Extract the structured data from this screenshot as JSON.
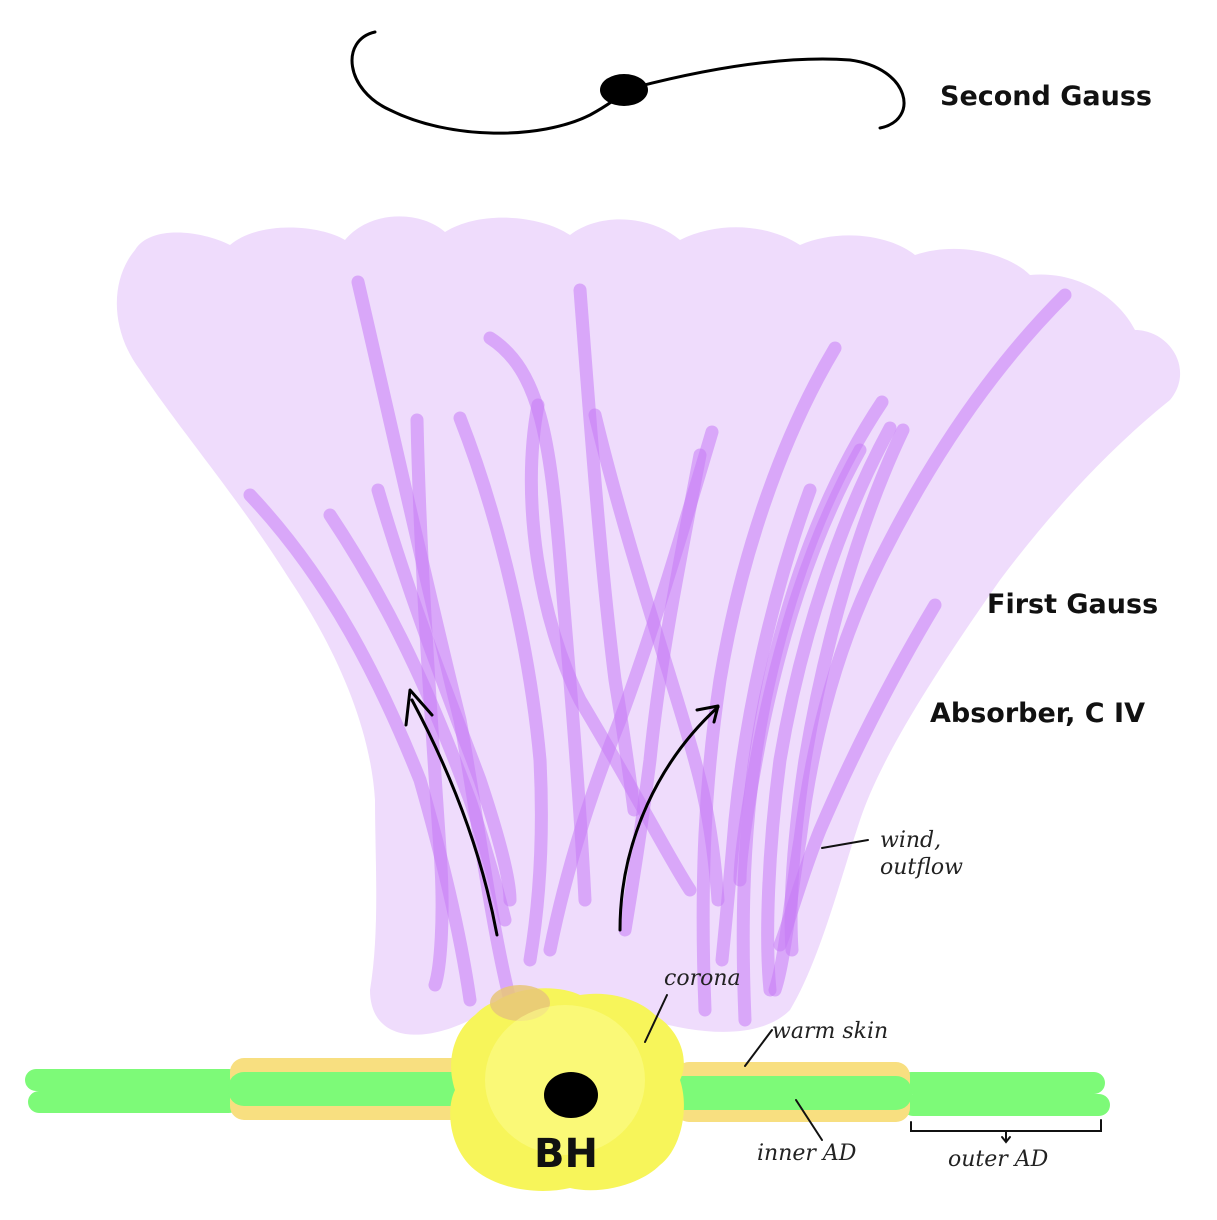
{
  "labels": {
    "second_gauss": "Second Gauss",
    "first_gauss": "First Gauss",
    "absorber": "Absorber, C IV",
    "wind_line1": "wind,",
    "wind_line2": "outflow",
    "corona": "corona",
    "warm_skin": "warm skin",
    "bh": "BH",
    "inner_ad": "inner AD",
    "outer_ad": "outer AD"
  },
  "colors": {
    "cloud": "#efdcfc",
    "streaks": "#c77bf5",
    "disk_green": "#7dfa78",
    "warm_skin": "#f8df80",
    "corona_yellow": "#f7f55a",
    "black_hole": "#000000"
  }
}
